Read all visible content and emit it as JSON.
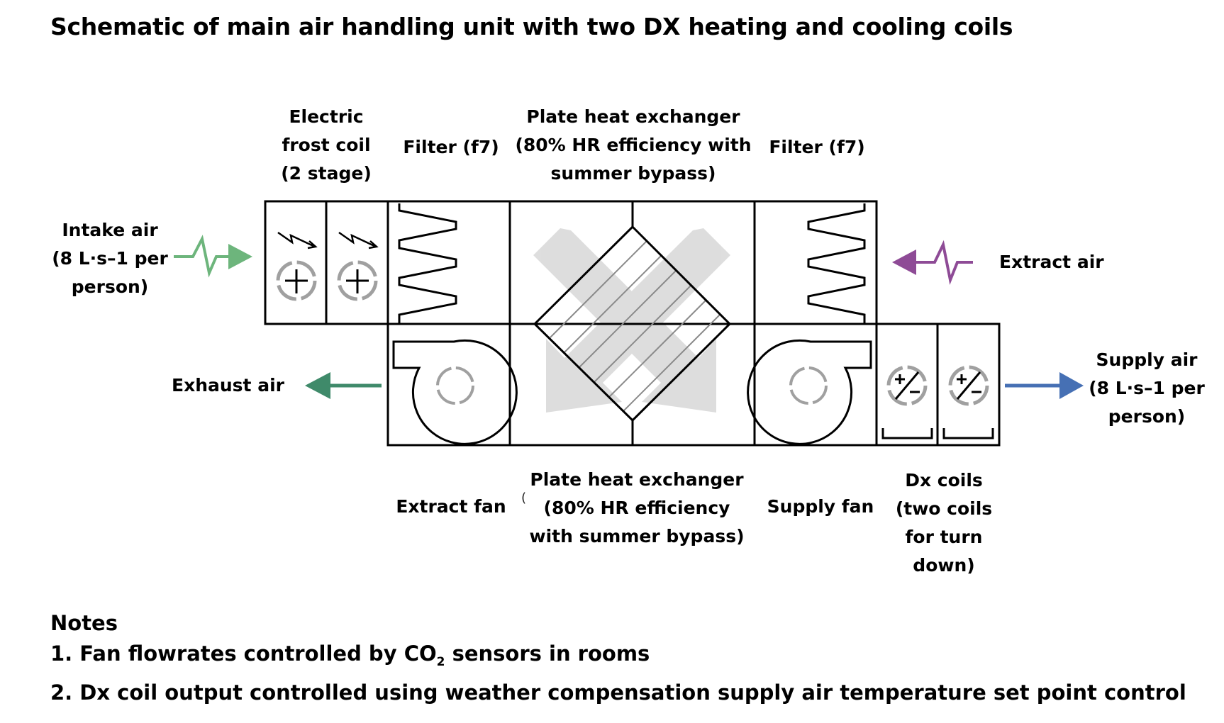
{
  "title": "Schematic of main air handling unit with two DX heating and cooling coils",
  "labels_top": {
    "frost_coil": [
      "Electric",
      "frost coil",
      "(2 stage)"
    ],
    "filter_left": "Filter (f7)",
    "heat_exchanger": [
      "Plate heat exchanger",
      "(80% HR efficiency with",
      "summer bypass)"
    ],
    "filter_right": "Filter (f7)"
  },
  "labels_bottom": {
    "extract_fan": "Extract fan",
    "heat_exchanger": [
      "Plate heat exchanger",
      "(80% HR efficiency",
      "with summer bypass)"
    ],
    "stray_glyph": "(",
    "supply_fan": "Supply fan",
    "dx_coils": [
      "Dx coils",
      "(two coils",
      "for turn",
      "down)"
    ]
  },
  "flows": {
    "intake": {
      "label": [
        "Intake air",
        "(8 L·s–1 per",
        "person)"
      ],
      "color": "#6db57c"
    },
    "extract": {
      "label": "Extract air",
      "color": "#8e4b96"
    },
    "exhaust": {
      "label": "Exhaust air",
      "color": "#3f8a6a"
    },
    "supply": {
      "label": [
        "Supply air",
        "(8 L·s–1 per",
        "person)"
      ],
      "color": "#4670b4"
    }
  },
  "components": {
    "frost_coil_stages": 2,
    "filters": 2,
    "fans": [
      "extract",
      "supply"
    ],
    "dx_coils": 2
  },
  "notes": {
    "heading": "Notes",
    "line1_pre": "1. Fan flowrates controlled by CO",
    "line1_sub": "2",
    "line1_post": " sensors in rooms",
    "line2": "2. Dx coil output controlled using weather compensation supply air temperature set point control"
  },
  "colors": {
    "line": "#000000",
    "symbol_gray": "#a0a0a0",
    "hx_arrow_gray": "#dcdcdc"
  }
}
